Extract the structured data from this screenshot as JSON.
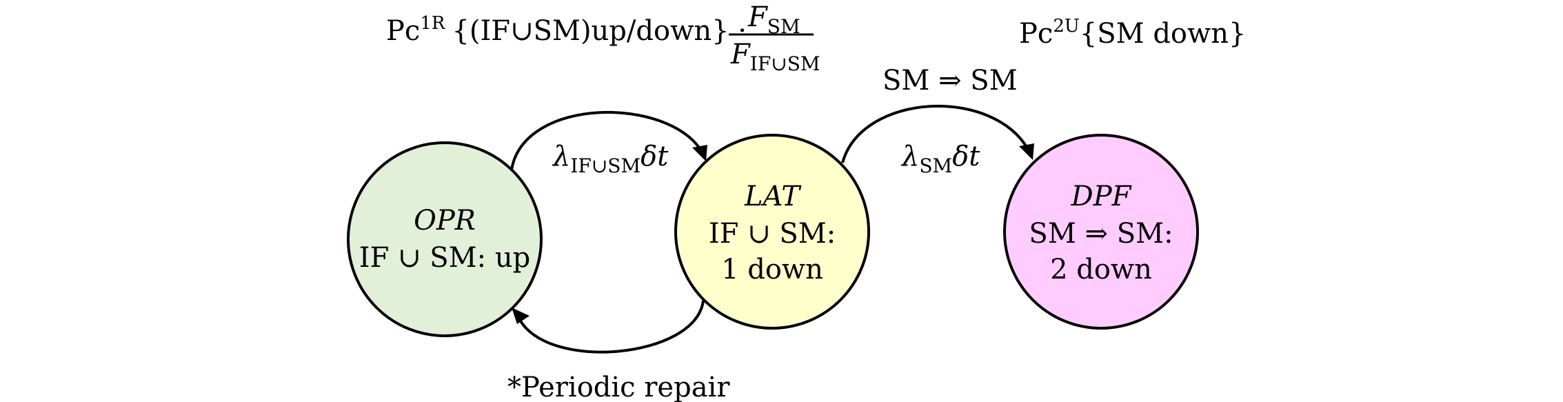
{
  "diagram": {
    "states": {
      "opr": {
        "name": "OPR",
        "line1": "IF ∪ SM: up",
        "fill": "#e2efd9"
      },
      "lat": {
        "name": "LAT",
        "line1": "IF ∪ SM:",
        "line2": "1 down",
        "fill": "#ffffcc"
      },
      "dpf": {
        "name": "DPF",
        "line1": "SM ⇒ SM:",
        "line2": "2 down",
        "fill": "#ffccff"
      }
    },
    "transitions": {
      "opr_to_lat": {
        "rate_symbol": "λ",
        "rate_sub": "IF∪SM",
        "rate_suffix": "δt"
      },
      "lat_to_dpf": {
        "rate_symbol": "λ",
        "rate_sub": "SM",
        "rate_suffix": "δt",
        "path_label": "SM ⇒ SM"
      },
      "lat_to_opr": {
        "label": "*Periodic repair"
      }
    },
    "formulas": {
      "left": {
        "prefix": "Pc",
        "sup": "1R",
        "body": "{(IF∪SM)up/down} ·",
        "num_var": "F",
        "num_sub": "SM",
        "den_var": "F",
        "den_sub": "IF∪SM"
      },
      "right": {
        "prefix": "Pc",
        "sup": "2U",
        "body": "{SM down}"
      }
    }
  }
}
